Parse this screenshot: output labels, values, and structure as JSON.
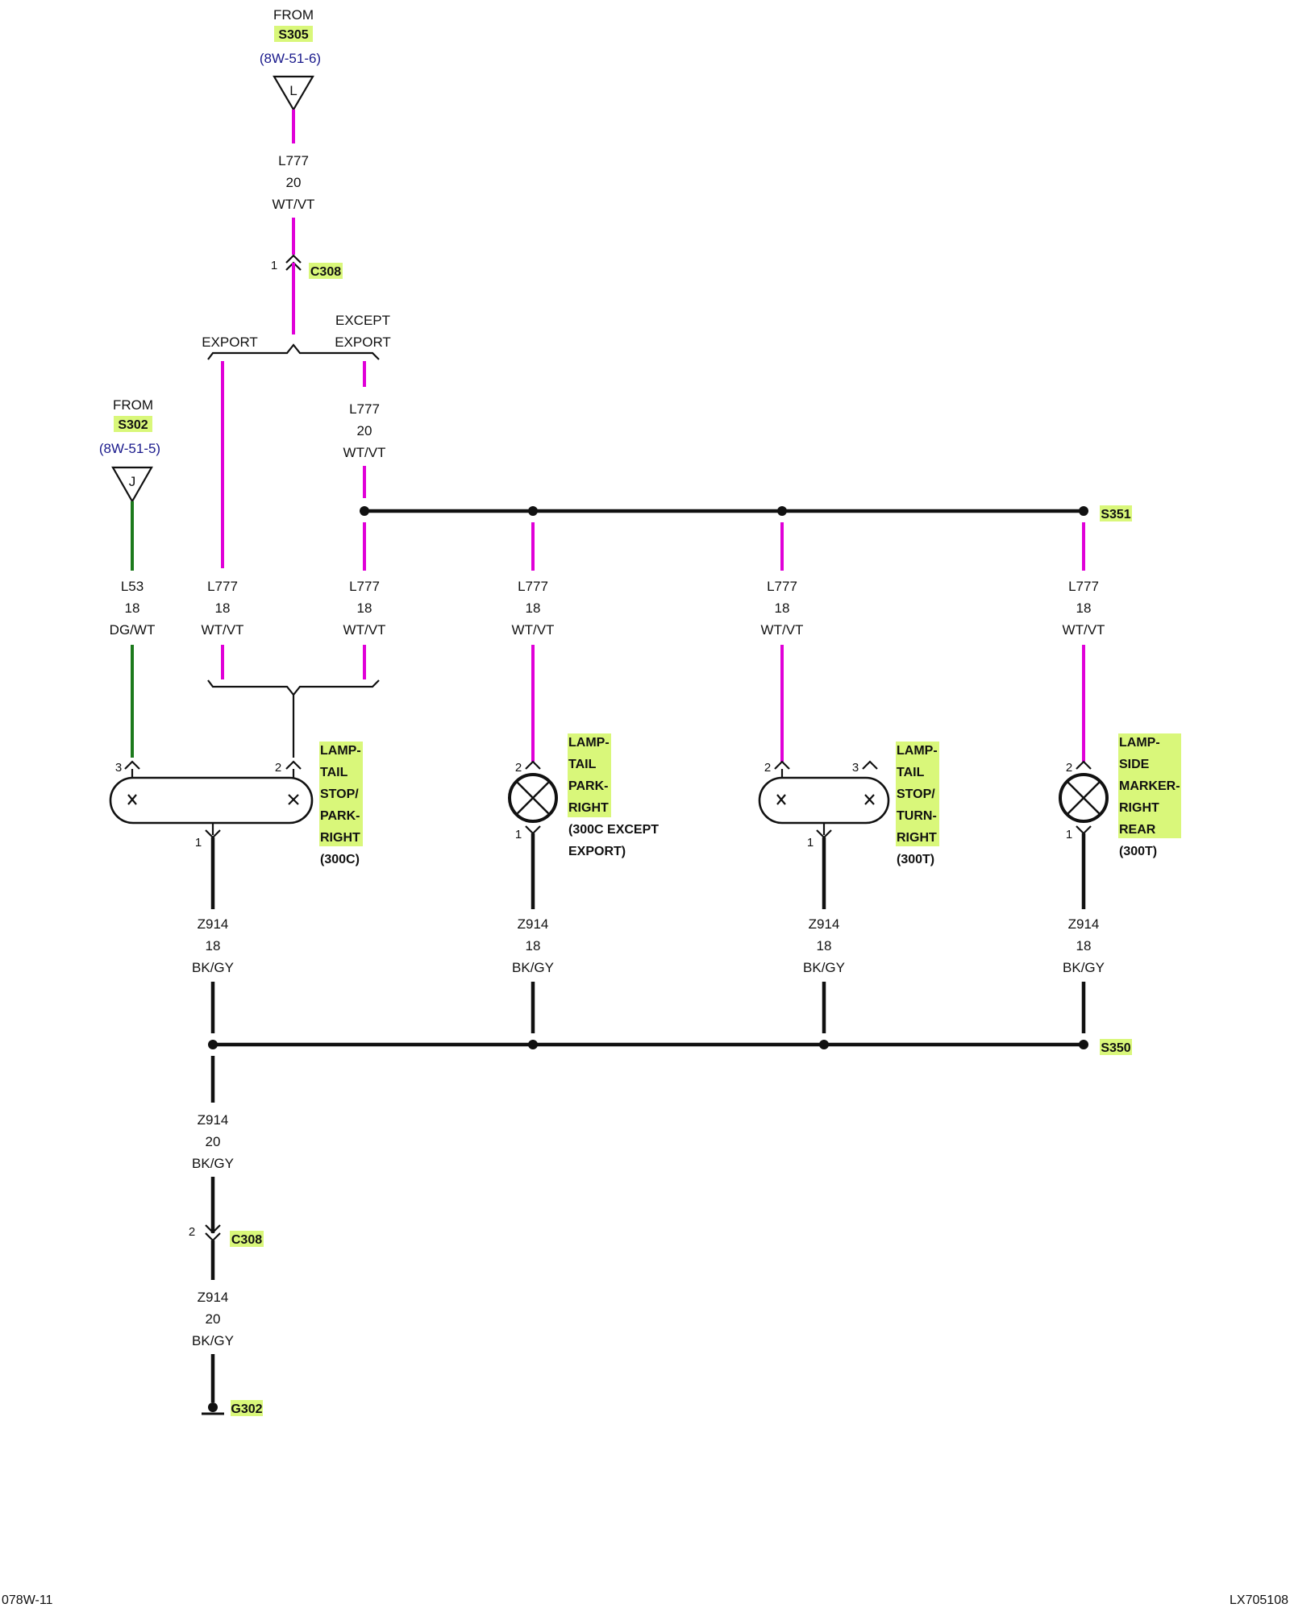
{
  "sources": {
    "s305": {
      "from": "FROM",
      "splice": "S305",
      "ref": "(8W-51-6)",
      "letter": "L"
    },
    "s302": {
      "from": "FROM",
      "splice": "S302",
      "ref": "(8W-51-5)",
      "letter": "J"
    }
  },
  "wires": {
    "top": {
      "circuit": "L777",
      "gauge": "20",
      "color": "WT/VT"
    },
    "except_export": {
      "circuit": "L777",
      "gauge": "20",
      "color": "WT/VT"
    },
    "l53": {
      "circuit": "L53",
      "gauge": "18",
      "color": "DG/WT"
    },
    "l777_export": {
      "circuit": "L777",
      "gauge": "18",
      "color": "WT/VT"
    },
    "l777_except": {
      "circuit": "L777",
      "gauge": "18",
      "color": "WT/VT"
    },
    "l777_park": {
      "circuit": "L777",
      "gauge": "18",
      "color": "WT/VT"
    },
    "l777_turn": {
      "circuit": "L777",
      "gauge": "18",
      "color": "WT/VT"
    },
    "l777_side": {
      "circuit": "L777",
      "gauge": "18",
      "color": "WT/VT"
    },
    "z914_1": {
      "circuit": "Z914",
      "gauge": "18",
      "color": "BK/GY"
    },
    "z914_2": {
      "circuit": "Z914",
      "gauge": "18",
      "color": "BK/GY"
    },
    "z914_3": {
      "circuit": "Z914",
      "gauge": "18",
      "color": "BK/GY"
    },
    "z914_4": {
      "circuit": "Z914",
      "gauge": "18",
      "color": "BK/GY"
    },
    "z914_main": {
      "circuit": "Z914",
      "gauge": "20",
      "color": "BK/GY"
    },
    "z914_ground": {
      "circuit": "Z914",
      "gauge": "20",
      "color": "BK/GY"
    }
  },
  "connectors": {
    "c308_top": {
      "name": "C308",
      "pin": "1"
    },
    "c308_bottom": {
      "name": "C308",
      "pin": "2"
    }
  },
  "options": {
    "export": "EXPORT",
    "except_line1": "EXCEPT",
    "except_line2": "EXPORT"
  },
  "splices": {
    "s351": "S351",
    "s350": "S350"
  },
  "ground": "G302",
  "components": {
    "tail_stop_park": {
      "lines": [
        "LAMP-",
        "TAIL",
        "STOP/",
        "PARK-",
        "RIGHT"
      ],
      "note": "(300C)",
      "pins": {
        "left": "3",
        "right": "2",
        "bottom": "1"
      }
    },
    "tail_park": {
      "lines": [
        "LAMP-",
        "TAIL",
        "PARK-",
        "RIGHT"
      ],
      "note_lines": [
        "(300C EXCEPT",
        "EXPORT)"
      ],
      "pins": {
        "top": "2",
        "bottom": "1"
      }
    },
    "tail_stop_turn": {
      "lines": [
        "LAMP-",
        "TAIL",
        "STOP/",
        "TURN-",
        "RIGHT"
      ],
      "note": "(300T)",
      "pins": {
        "left": "2",
        "right": "3",
        "bottom": "1"
      }
    },
    "side_marker": {
      "lines": [
        "LAMP-",
        "SIDE",
        "MARKER-",
        "RIGHT",
        "REAR"
      ],
      "note": "(300T)",
      "pins": {
        "top": "2",
        "bottom": "1"
      }
    }
  },
  "footer": {
    "left": "078W-11",
    "right": "LX705108"
  },
  "colors": {
    "pink_wire": "#e000d8",
    "green_wire": "#1c7a1c",
    "black_wire": "#111111",
    "highlight": "#d9f77a",
    "reference": "#1a1a8c"
  }
}
